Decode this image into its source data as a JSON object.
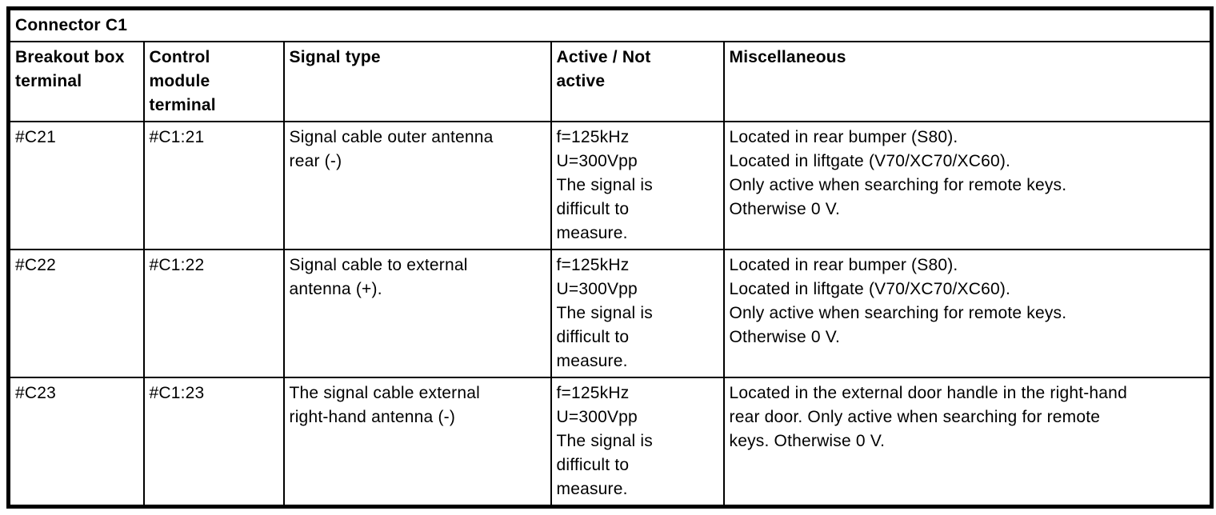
{
  "table": {
    "title": "Connector C1",
    "columns": [
      "Breakout box\nterminal",
      "Control\nmodule\nterminal",
      "Signal type",
      "Active / Not\nactive",
      "Miscellaneous"
    ],
    "rows": [
      {
        "breakout_box_terminal": "#C21",
        "control_module_terminal": "#C1:21",
        "signal_type": "Signal cable outer antenna\nrear (-)",
        "active_not_active": "f=125kHz\nU=300Vpp\nThe signal is\ndifficult to\nmeasure.",
        "miscellaneous": "Located in rear bumper (S80).\nLocated in liftgate (V70/XC70/XC60).\nOnly active when searching for remote keys.\nOtherwise 0 V."
      },
      {
        "breakout_box_terminal": "#C22",
        "control_module_terminal": "#C1:22",
        "signal_type": "Signal cable to external\nantenna (+).",
        "active_not_active": "f=125kHz\nU=300Vpp\nThe signal is\ndifficult to\nmeasure.",
        "miscellaneous": "Located in rear bumper (S80).\nLocated in liftgate (V70/XC70/XC60).\nOnly active when searching for remote keys.\nOtherwise 0 V."
      },
      {
        "breakout_box_terminal": "#C23",
        "control_module_terminal": "#C1:23",
        "signal_type": "The signal cable external\nright-hand antenna (-)",
        "active_not_active": "f=125kHz\nU=300Vpp\nThe signal is\ndifficult to\nmeasure.",
        "miscellaneous": "Located in the external door handle in the right-hand\nrear door. Only active when searching for remote\nkeys. Otherwise 0 V."
      }
    ]
  }
}
